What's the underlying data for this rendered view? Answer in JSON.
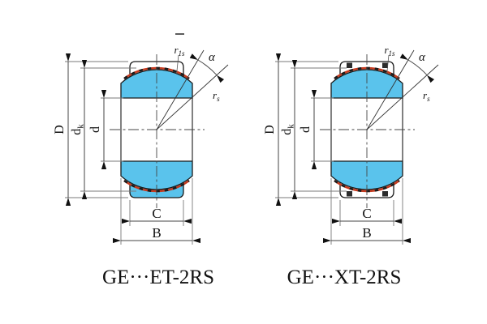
{
  "diagrams": [
    {
      "id": "ET",
      "title": "GE···ET-2RS"
    },
    {
      "id": "XT",
      "title": "GE···XT-2RS"
    }
  ],
  "labels": {
    "D": "D",
    "dk_base": "d",
    "dk_sub": "k",
    "d": "d",
    "C": "C",
    "B": "B",
    "r1s_base": "r",
    "r1s_sub": "1s",
    "rs_base": "r",
    "rs_sub": "s",
    "alpha": "α"
  },
  "colors": {
    "ring_fill": "#5ac3ec",
    "seal_red": "#c63a1e",
    "outline": "#1a1a1a",
    "dim_line": "#444444",
    "ext_line": "#7a7a7a",
    "centerline": "#444444",
    "background": "#ffffff"
  }
}
